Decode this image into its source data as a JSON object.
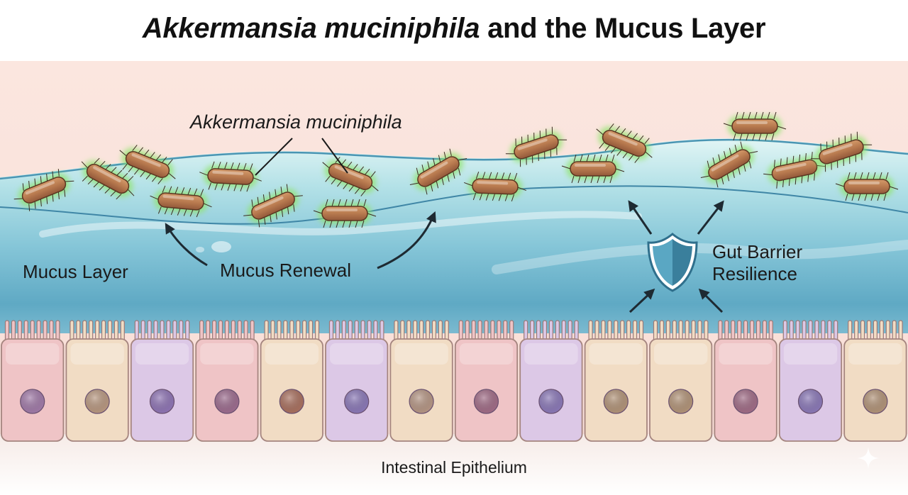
{
  "title": {
    "species": "Akkermansia muciniphila",
    "rest": " and the Mucus Layer"
  },
  "labels": {
    "bacteria": "Akkermansia muciniphila",
    "mucus_layer": "Mucus Layer",
    "mucus_renewal": "Mucus Renewal",
    "barrier_line1": "Gut Barrier",
    "barrier_line2": "Resilience",
    "epithelium": "Intestinal Epithelium"
  },
  "icons": {
    "barrier": "shield-icon",
    "corner": "sparkle-icon"
  },
  "colors": {
    "title": "#111111",
    "background_top": "#fbe3dc",
    "mucus_light": "#d4eef0",
    "mucus_mid": "#8fcfdd",
    "mucus_deep": "#4d9fbd",
    "bacteria_body": "#b87a4f",
    "bacteria_glow": "#9be36a",
    "shield": "#3d88a6",
    "arrow": "#1e2a32",
    "cell_colors": [
      "#efc4c6",
      "#f1dcc4",
      "#dcc8e6",
      "#efc4c6",
      "#f1dcc4",
      "#dcc8e6",
      "#f1dcc4",
      "#efc4c6",
      "#dcc8e6",
      "#f1dcc4",
      "#f1dcc4",
      "#efc4c6",
      "#dcc8e6",
      "#f1dcc4"
    ],
    "nucleus_colors": [
      "#a07aa7",
      "#b79780",
      "#8e74b3",
      "#9c6c8e",
      "#a8705f",
      "#8a78b6",
      "#b49584",
      "#a06c86",
      "#8a78b6",
      "#b19378",
      "#b19378",
      "#a06c86",
      "#8a78b6",
      "#b19378"
    ]
  }
}
